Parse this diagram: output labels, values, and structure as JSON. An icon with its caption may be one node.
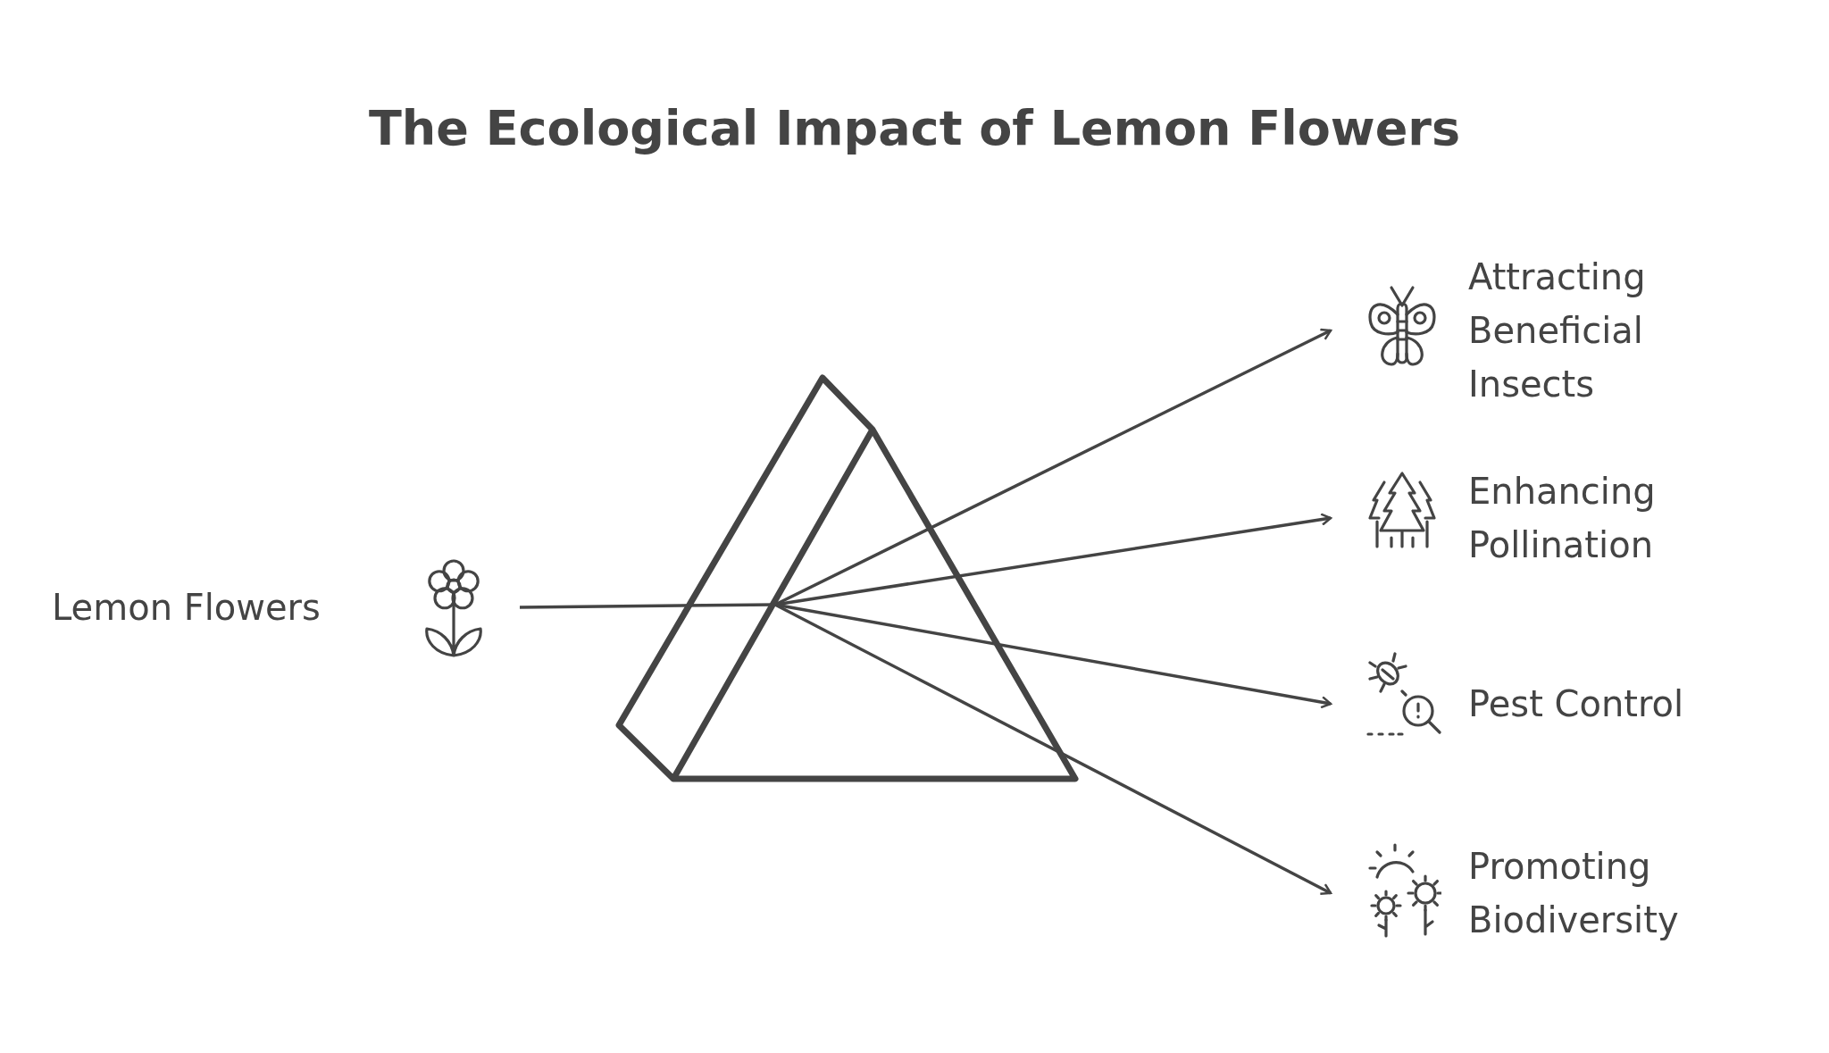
{
  "diagram": {
    "title": "The Ecological Impact of Lemon Flowers",
    "nodes": [
      {
        "text": [
          "Lemon Flowers"
        ]
      },
      {
        "text": [],
        "shape": "triangle"
      },
      {
        "text": [
          "Attracting Beneficial Insects"
        ]
      },
      {
        "text": [
          "Enhancing Pollination"
        ]
      },
      {
        "text": [
          "Pest Control"
        ]
      },
      {
        "text": [
          "Promoting Biodiversity"
        ]
      }
    ],
    "edges": [
      {
        "from": 0,
        "to": 1,
        "arrow": "none"
      },
      {
        "from": 1,
        "to": 2,
        "arrow": "to"
      },
      {
        "from": 1,
        "to": 3,
        "arrow": "to"
      },
      {
        "from": 1,
        "to": 4,
        "arrow": "to"
      },
      {
        "from": 1,
        "to": 5,
        "arrow": "to"
      }
    ]
  }
}
